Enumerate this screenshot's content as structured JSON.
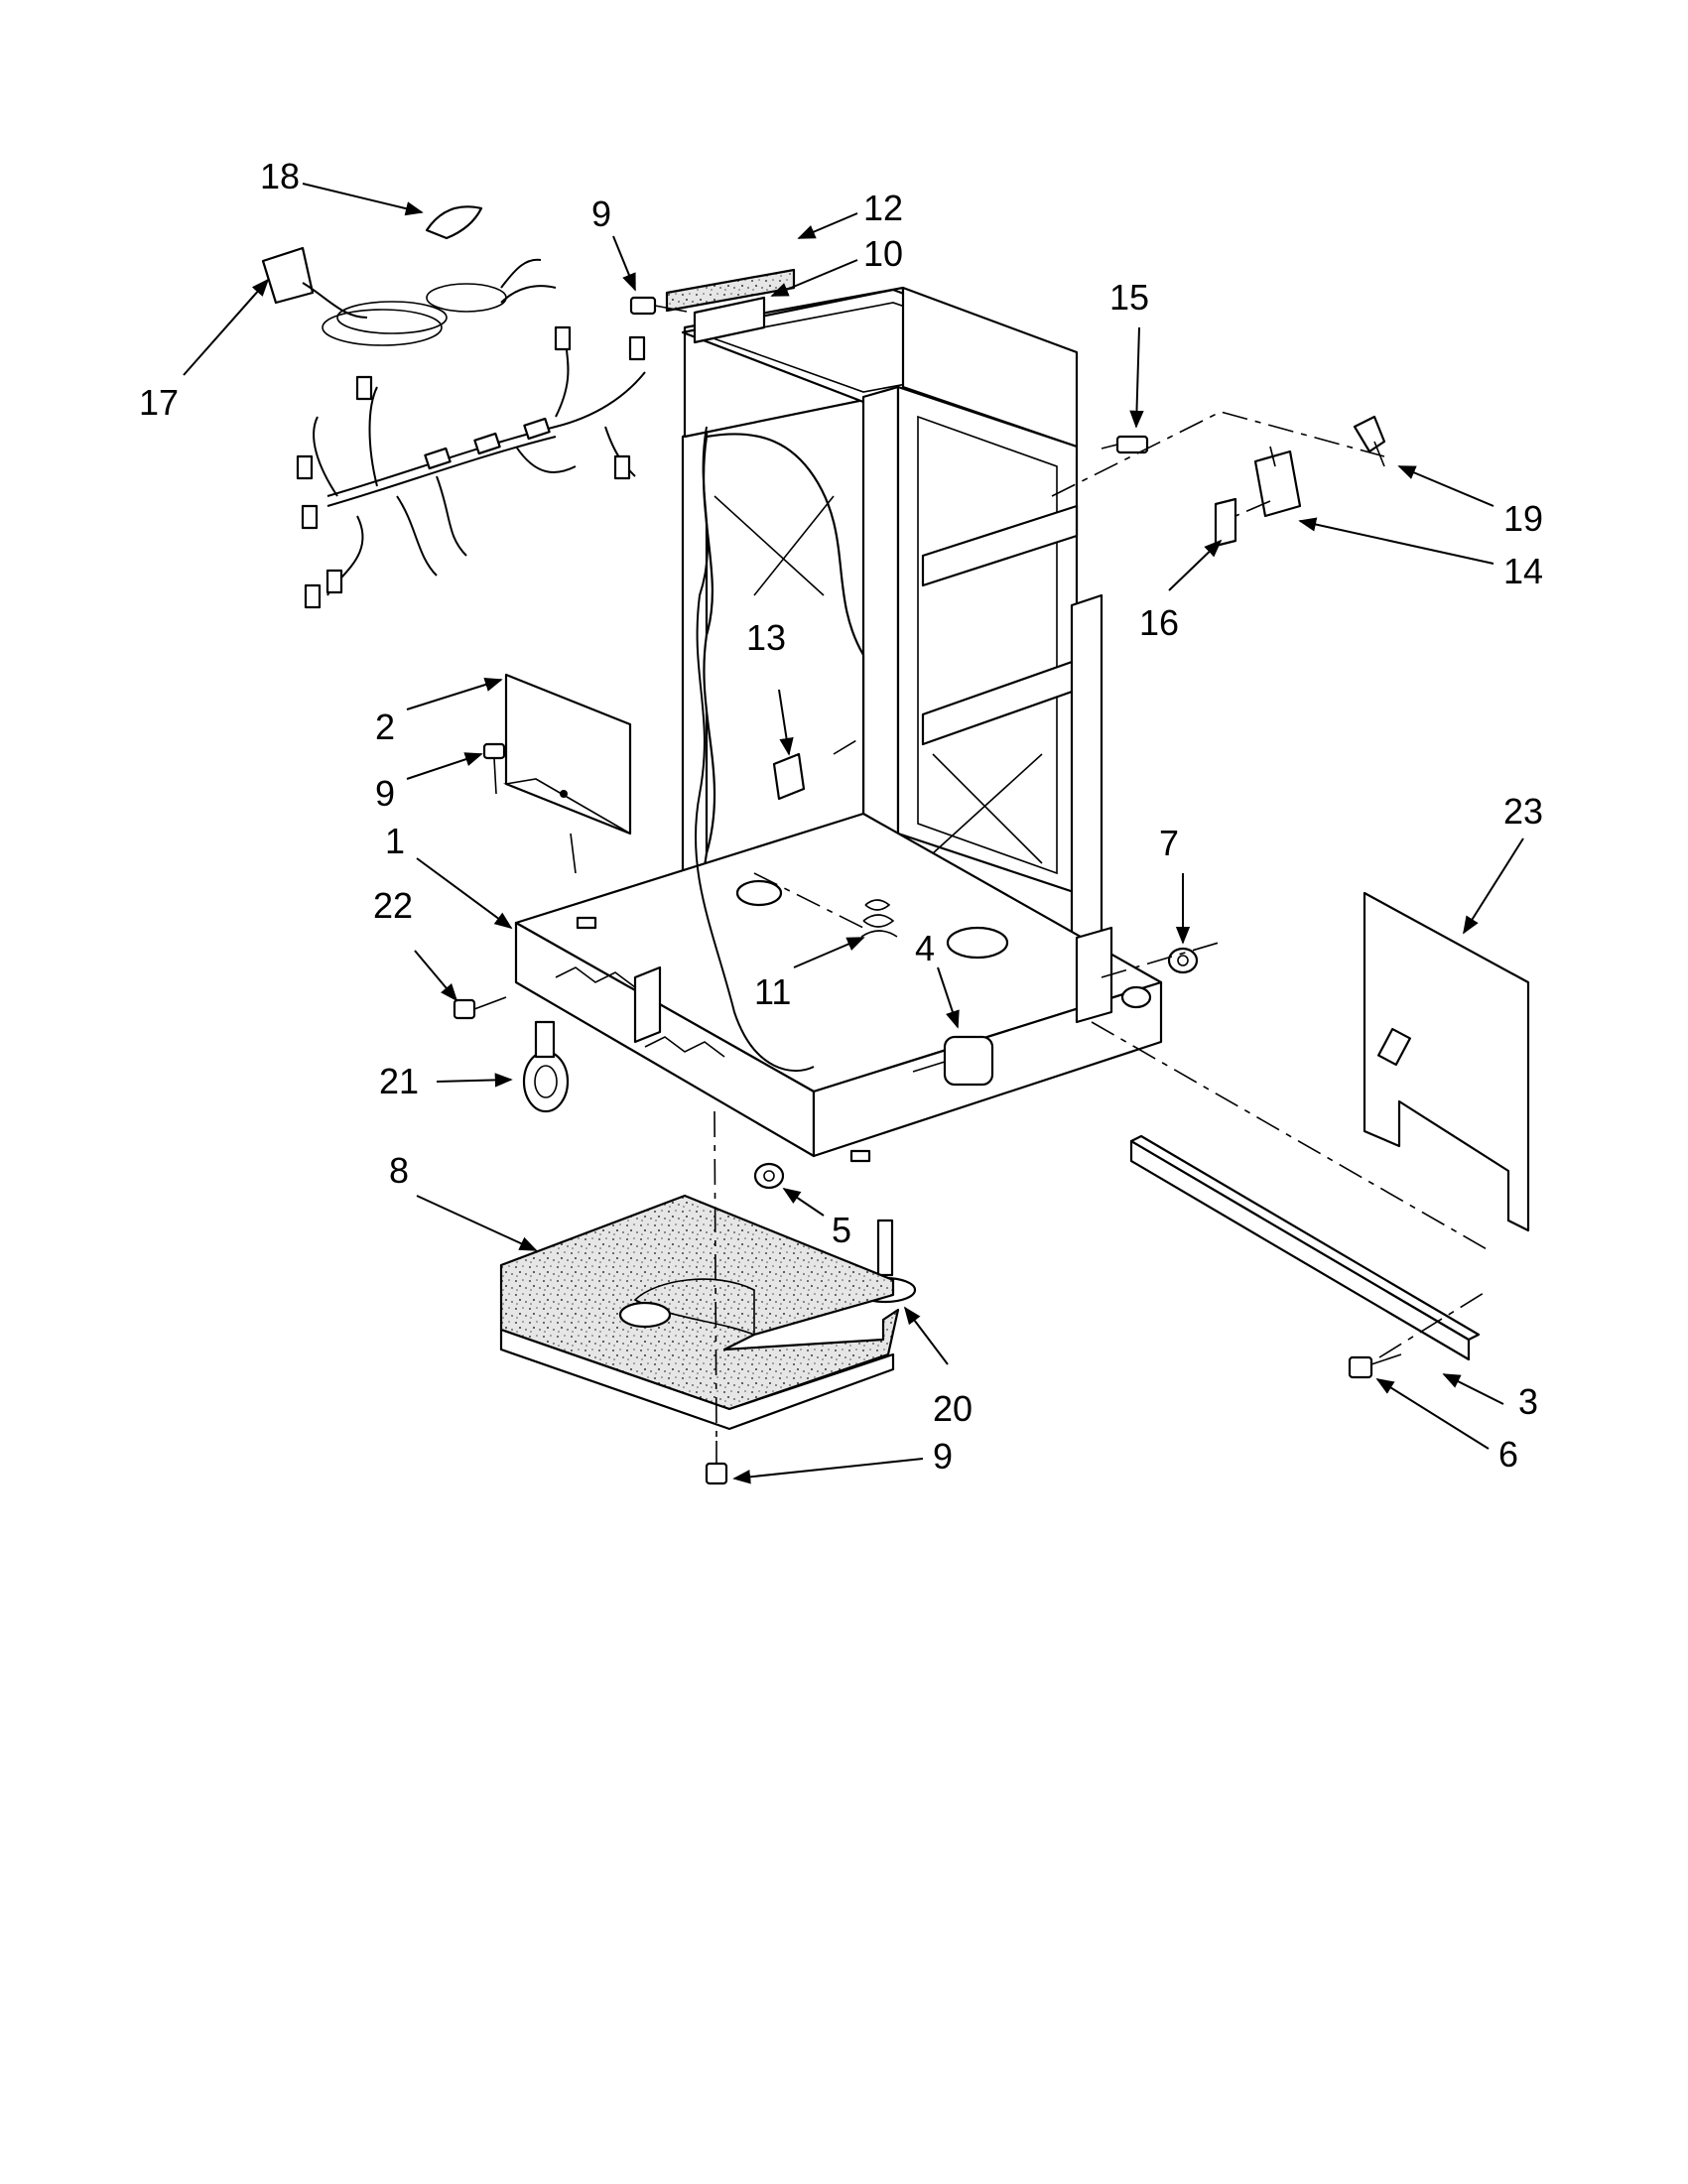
{
  "callouts": [
    {
      "id": "c18",
      "label": "18"
    },
    {
      "id": "c17",
      "label": "17"
    },
    {
      "id": "c9a",
      "label": "9"
    },
    {
      "id": "c12",
      "label": "12"
    },
    {
      "id": "c10",
      "label": "10"
    },
    {
      "id": "c15",
      "label": "15"
    },
    {
      "id": "c19",
      "label": "19"
    },
    {
      "id": "c14",
      "label": "14"
    },
    {
      "id": "c16",
      "label": "16"
    },
    {
      "id": "c13",
      "label": "13"
    },
    {
      "id": "c2",
      "label": "2"
    },
    {
      "id": "c9b",
      "label": "9"
    },
    {
      "id": "c1",
      "label": "1"
    },
    {
      "id": "c22",
      "label": "22"
    },
    {
      "id": "c7",
      "label": "7"
    },
    {
      "id": "c23",
      "label": "23"
    },
    {
      "id": "c4",
      "label": "4"
    },
    {
      "id": "c11",
      "label": "11"
    },
    {
      "id": "c21",
      "label": "21"
    },
    {
      "id": "c8",
      "label": "8"
    },
    {
      "id": "c5",
      "label": "5"
    },
    {
      "id": "c20",
      "label": "20"
    },
    {
      "id": "c3",
      "label": "3"
    },
    {
      "id": "c6",
      "label": "6"
    },
    {
      "id": "c9c",
      "label": "9"
    }
  ]
}
